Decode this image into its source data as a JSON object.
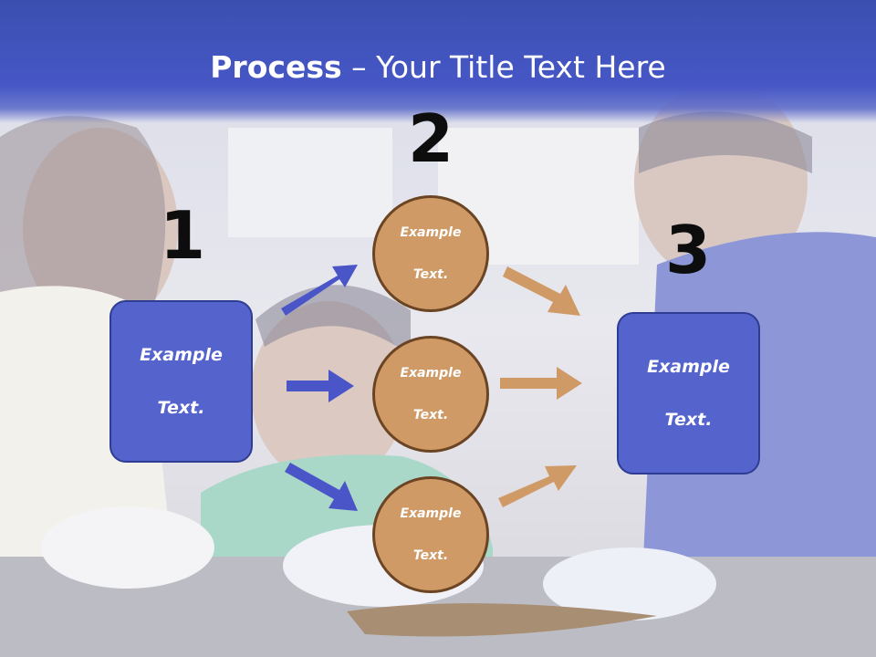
{
  "title": {
    "bold": "Process",
    "rest": " – Your Title Text Here"
  },
  "steps": {
    "one": "1",
    "two": "2",
    "three": "3"
  },
  "left_box": {
    "line1": "Example",
    "line2": "Text."
  },
  "right_box": {
    "line1": "Example",
    "line2": "Text."
  },
  "circles": [
    {
      "line1": "Example",
      "line2": "Text."
    },
    {
      "line1": "Example",
      "line2": "Text."
    },
    {
      "line1": "Example",
      "line2": "Text."
    }
  ],
  "colors": {
    "header": "#4657c6",
    "box_fill": "#5563cc",
    "circle_fill": "#cf9a66",
    "blue_arrow": "#4a56c8",
    "orange_arrow": "#cf9a66"
  }
}
